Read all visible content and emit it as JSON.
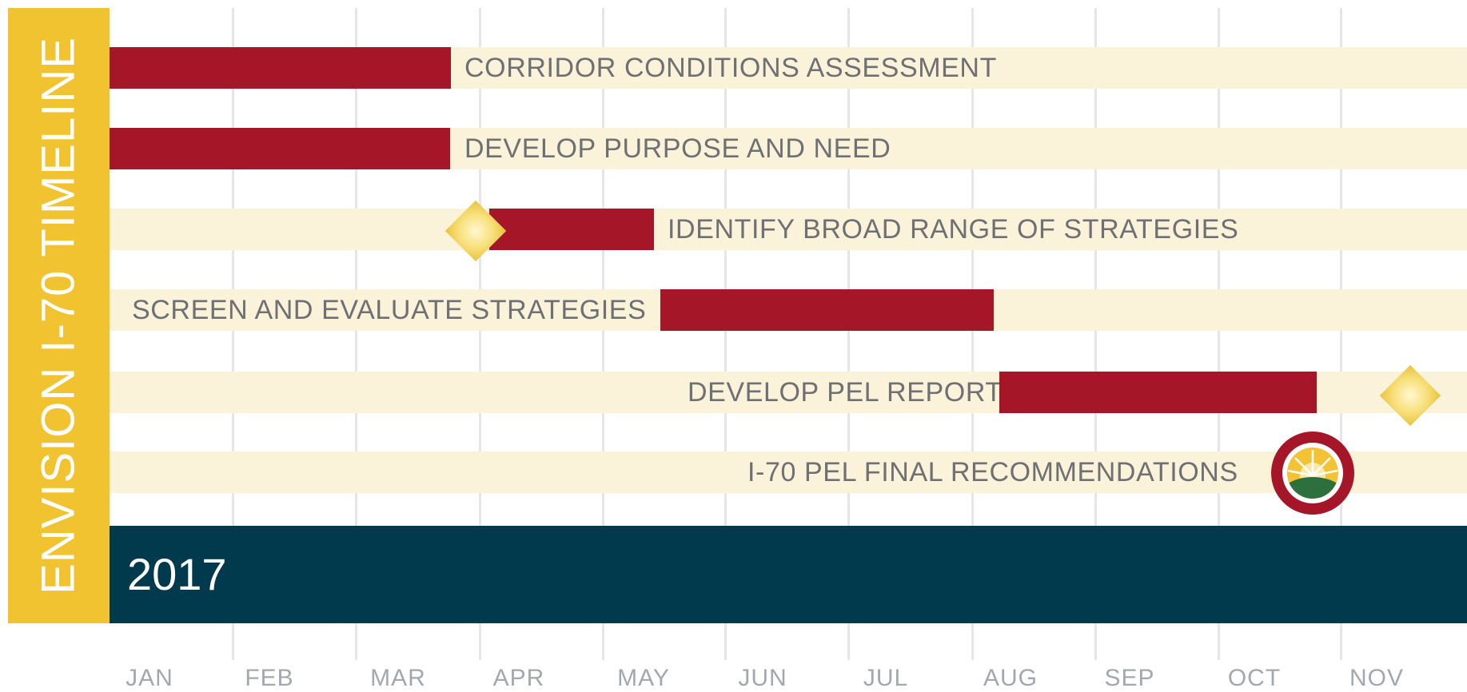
{
  "title": "ENVISION I-70 TIMELINE",
  "year": "2017",
  "months": [
    "JAN",
    "FEB",
    "MAR",
    "APR",
    "MAY",
    "JUN",
    "JUL",
    "AUG",
    "SEP",
    "OCT",
    "NOV"
  ],
  "tasks": [
    {
      "label": "CORRIDOR CONDITIONS ASSESSMENT",
      "start": "JAN",
      "end": "mid-MAR"
    },
    {
      "label": "DEVELOP PURPOSE AND NEED",
      "start": "JAN",
      "end": "mid-MAR"
    },
    {
      "label": "IDENTIFY BROAD RANGE OF STRATEGIES",
      "start": "late-MAR",
      "end": "early-MAY"
    },
    {
      "label": "SCREEN AND EVALUATE STRATEGIES",
      "start": "early-MAY",
      "end": "end-JUL"
    },
    {
      "label": "DEVELOP PEL REPORT",
      "start": "early-AUG",
      "end": "mid-OCT"
    },
    {
      "label": "I-70 PEL FINAL RECOMMENDATIONS",
      "start": "OCT",
      "end": "OCT"
    }
  ],
  "milestones": [
    {
      "name": "diamond-milestone",
      "at": "late-MAR"
    },
    {
      "name": "diamond-milestone",
      "at": "NOV"
    },
    {
      "name": "final-recommendations-icon",
      "at": "OCT"
    }
  ],
  "colors": {
    "sidebar": "#f2c331",
    "bar": "#a51629",
    "track": "#fbf2da",
    "year_band": "#003a4c",
    "label_text": "#6f7073",
    "month_text": "#a3a8b0",
    "gridline": "#e6e6ea"
  }
}
